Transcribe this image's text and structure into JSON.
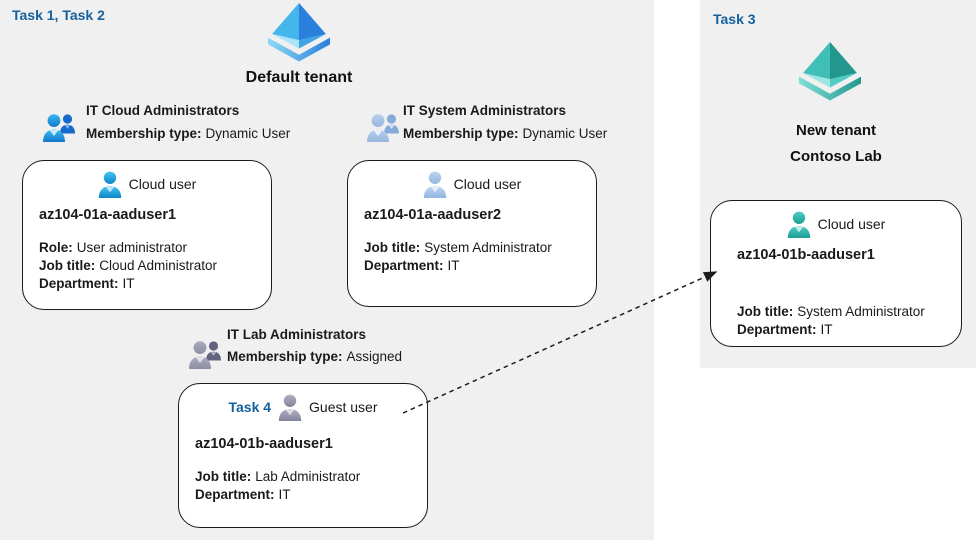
{
  "tasks": {
    "task12": "Task 1, Task 2",
    "task3": "Task 3",
    "task4": "Task 4"
  },
  "default_tenant": {
    "label": "Default tenant",
    "groups": [
      {
        "title": "IT Cloud Administrators",
        "membership_label": "Membership type:",
        "membership_value": "Dynamic User"
      },
      {
        "title": "IT System Administrators",
        "membership_label": "Membership type:",
        "membership_value": "Dynamic User"
      },
      {
        "title": "IT Lab Administrators",
        "membership_label": "Membership type:",
        "membership_value": "Assigned"
      }
    ],
    "users": [
      {
        "type_label": "Cloud user",
        "name": "az104-01a-aaduser1",
        "fields": [
          {
            "label": "Role:",
            "value": "User administrator"
          },
          {
            "label": "Job title:",
            "value": "Cloud Administrator"
          },
          {
            "label": "Department:",
            "value": "IT"
          }
        ]
      },
      {
        "type_label": "Cloud user",
        "name": "az104-01a-aaduser2",
        "fields": [
          {
            "label": "Job title:",
            "value": "System Administrator"
          },
          {
            "label": "Department:",
            "value": "IT"
          }
        ]
      },
      {
        "type_label": "Guest user",
        "name": "az104-01b-aaduser1",
        "fields": [
          {
            "label": "Job title:",
            "value": "Lab Administrator"
          },
          {
            "label": "Department:",
            "value": "IT"
          }
        ]
      }
    ]
  },
  "new_tenant": {
    "label_line1": "New tenant",
    "label_line2": "Contoso Lab",
    "user": {
      "type_label": "Cloud user",
      "name": "az104-01b-aaduser1",
      "fields": [
        {
          "label": "Job title:",
          "value": "System Administrator"
        },
        {
          "label": "Department:",
          "value": "IT"
        }
      ]
    }
  },
  "icons": {
    "tenant_left": "azure-ad-directory-icon-blue",
    "tenant_right": "azure-ad-directory-icon-teal",
    "group_cloud": "group-two-users-icon-blue",
    "group_system": "group-two-users-icon-lightblue",
    "group_lab": "group-two-users-icon-gray",
    "user_cloud1": "person-icon-cyan",
    "user_cloud2": "person-icon-lightblue",
    "user_guest": "person-icon-gray",
    "user_new_tenant": "person-icon-teal"
  },
  "colors": {
    "panel_bg": "#f0f0f0",
    "task_label": "#15619e",
    "card_border": "#1c1c1c",
    "arrow": "#1c1c1c",
    "azure_blue_light": "#45b6ec",
    "azure_blue_dark": "#2b7fdd",
    "azure_teal_light": "#3fbfb6",
    "azure_teal_dark": "#23978e",
    "user_cyan": "#29b0e6",
    "user_lightblue": "#a9c7e8",
    "user_gray": "#9d9dae",
    "user_teal": "#35bcb2"
  }
}
